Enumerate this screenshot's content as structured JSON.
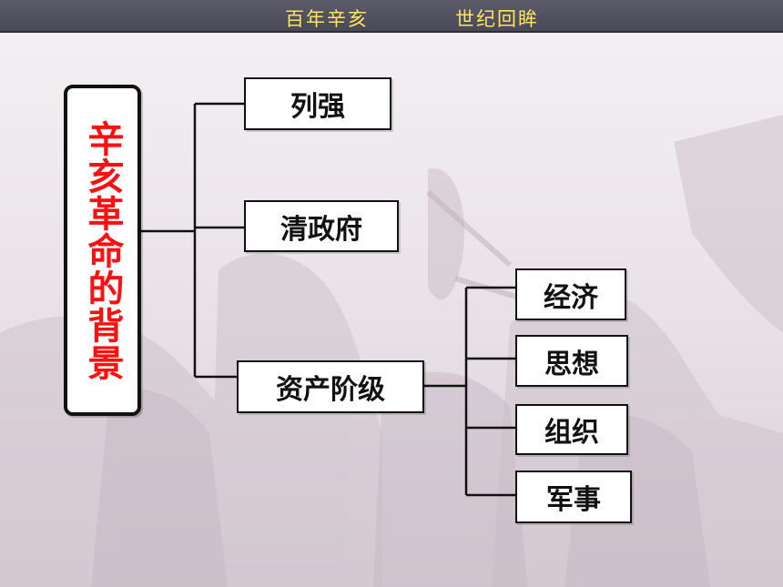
{
  "header": {
    "left_text": "百年辛亥",
    "right_text": "世纪回眸",
    "text_color": "#ffe45c",
    "bar_color": "#55545f"
  },
  "diagram": {
    "root": {
      "label": "辛亥革命的背景",
      "color": "#ff1010"
    },
    "level1": [
      {
        "label": "列强"
      },
      {
        "label": "清政府"
      },
      {
        "label": "资产阶级"
      }
    ],
    "level2": [
      {
        "label": "经济"
      },
      {
        "label": "思想"
      },
      {
        "label": "组织"
      },
      {
        "label": "军事"
      }
    ]
  }
}
